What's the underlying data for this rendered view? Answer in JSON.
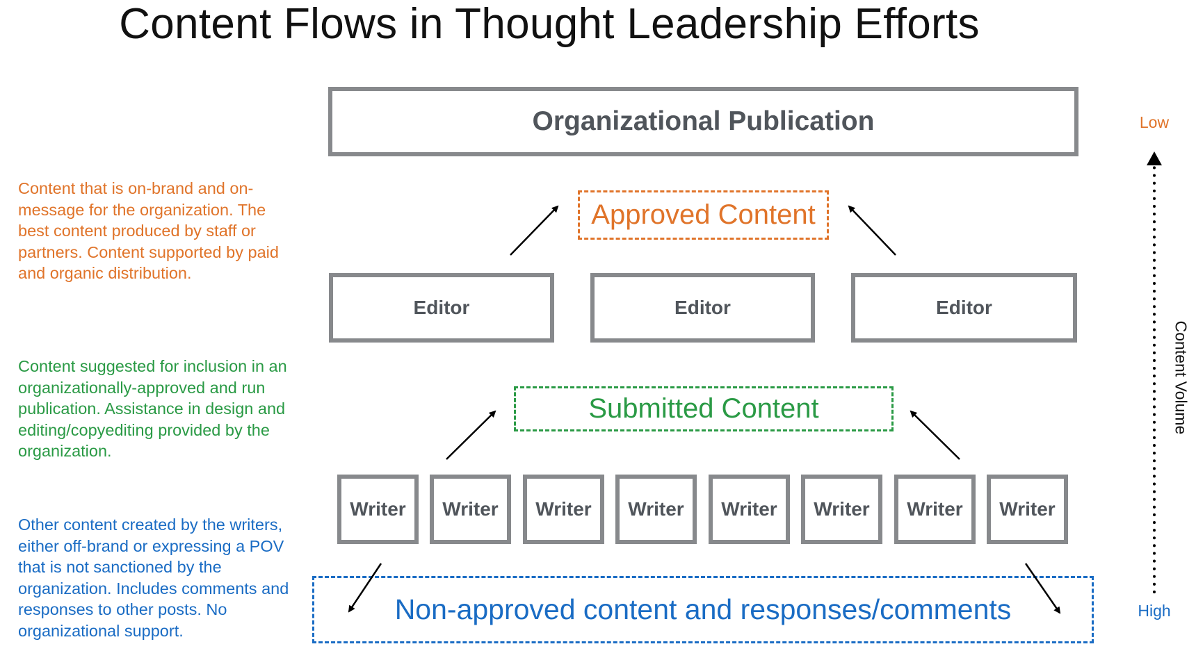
{
  "title": "Content Flows in Thought Leadership Efforts",
  "colors": {
    "approved": "#e0742a",
    "submitted": "#2a9a45",
    "non_approved": "#1a6cc4",
    "box_border": "#87898c",
    "box_text": "#50555b"
  },
  "descriptions": {
    "approved": "Content that is on-brand and on-message for the organization. The best content produced by staff or partners. Content supported by paid and organic distribution.",
    "submitted": "Content suggested for inclusion in an organizationally-approved and run publication. Assistance in design and editing/copyediting provided by the organization.",
    "non_approved": "Other content created by the writers, either off-brand or expressing a POV that is not sanctioned by the organization. Includes comments and responses to other posts. No organizational support."
  },
  "nodes": {
    "publication": "Organizational Publication",
    "approved": "Approved Content",
    "editors": [
      "Editor",
      "Editor",
      "Editor"
    ],
    "submitted": "Submitted Content",
    "writers": [
      "Writer",
      "Writer",
      "Writer",
      "Writer",
      "Writer",
      "Writer",
      "Writer",
      "Writer"
    ],
    "non_approved": "Non-approved content and responses/comments"
  },
  "volume_axis": {
    "label": "Content Volume",
    "top": "Low",
    "bottom": "High"
  }
}
